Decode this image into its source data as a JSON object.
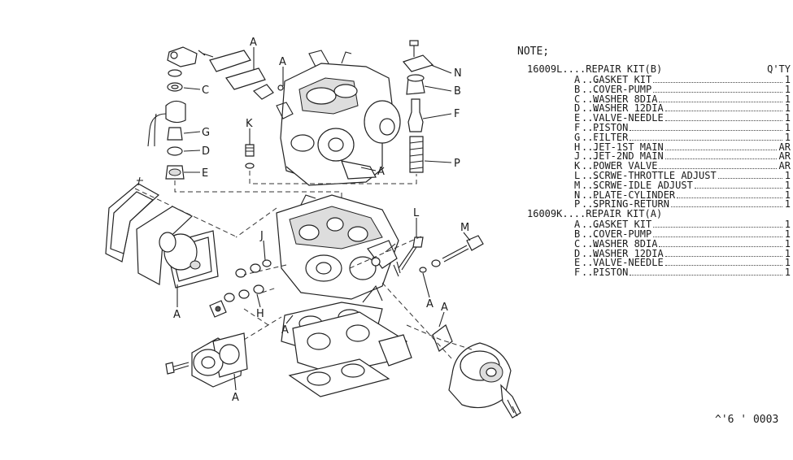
{
  "diagram": {
    "callouts": [
      "A",
      "A",
      "C",
      "B",
      "G",
      "D",
      "E",
      "K",
      "A",
      "N",
      "B",
      "F",
      "P",
      "L",
      "M",
      "J",
      "A",
      "H",
      "A",
      "A",
      "A",
      "A",
      "A"
    ]
  },
  "notes": {
    "heading": "NOTE;",
    "kits": [
      {
        "code": "16009L",
        "title": "....REPAIR KIT(B)",
        "qty_header": "Q'TY",
        "items": [
          {
            "letter": "A",
            "name": "GASKET KIT",
            "qty": "1"
          },
          {
            "letter": "B",
            "name": "COVER-PUMP",
            "qty": "1"
          },
          {
            "letter": "C",
            "name": "WASHER 8DIA",
            "qty": "1"
          },
          {
            "letter": "D",
            "name": "WASHER 12DIA",
            "qty": "1"
          },
          {
            "letter": "E",
            "name": "VALVE-NEEDLE",
            "qty": "1"
          },
          {
            "letter": "F",
            "name": "PISTON",
            "qty": "1"
          },
          {
            "letter": "G",
            "name": "FILTER",
            "qty": "1"
          },
          {
            "letter": "H",
            "name": "JET-1ST MAIN",
            "qty": "AR"
          },
          {
            "letter": "J",
            "name": "JET-2ND MAIN",
            "qty": "AR"
          },
          {
            "letter": "K",
            "name": "POWER VALVE",
            "qty": "AR"
          },
          {
            "letter": "L",
            "name": "SCRWE-THROTTLE ADJUST",
            "qty": "1"
          },
          {
            "letter": "M",
            "name": "SCRWE-IDLE ADJUST",
            "qty": "1"
          },
          {
            "letter": "N",
            "name": "PLATE-CYLINDER",
            "qty": "1"
          },
          {
            "letter": "P",
            "name": "SPRING-RETURN",
            "qty": "1"
          }
        ]
      },
      {
        "code": "16009K",
        "title": "....REPAIR KIT(A)",
        "qty_header": "",
        "items": [
          {
            "letter": "A",
            "name": "GASKET KIT",
            "qty": "1"
          },
          {
            "letter": "B",
            "name": "COVER-PUMP",
            "qty": "1"
          },
          {
            "letter": "C",
            "name": "WASHER 8DIA",
            "qty": "1"
          },
          {
            "letter": "D",
            "name": "WASHER 12DIA",
            "qty": "1"
          },
          {
            "letter": "E",
            "name": "VALVE-NEEDLE",
            "qty": "1"
          },
          {
            "letter": "F",
            "name": "PISTON",
            "qty": "1"
          }
        ]
      }
    ]
  },
  "footer": {
    "code": "^'6 ' 0003"
  }
}
